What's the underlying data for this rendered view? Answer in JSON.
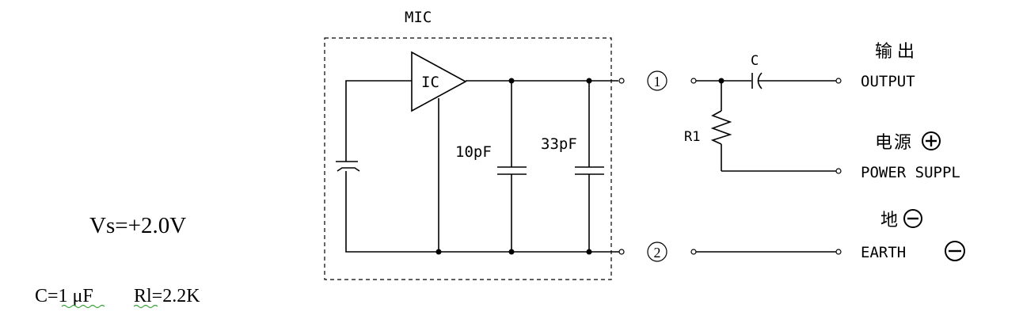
{
  "mic_block": {
    "title": "MIC",
    "ic_label": "IC"
  },
  "capacitors": {
    "c1_label": "10pF",
    "c2_label": "33pF"
  },
  "terminals": {
    "t1": "1",
    "t2": "2"
  },
  "output_side": {
    "cap_label": "C",
    "resistor_label": "R1",
    "output_cn": "输出",
    "output_en": "OUTPUT",
    "power_cn": "电源",
    "power_en": "POWER SUPPL",
    "earth_cn": "地",
    "earth_en": "EARTH"
  },
  "notes": {
    "vs": "Vs=+2.0V",
    "c_value": "C=1 μF",
    "r_value": "Rl=2.2K"
  },
  "colors": {
    "line": "#000000",
    "spellcheck_underline": "#3aa03a"
  }
}
